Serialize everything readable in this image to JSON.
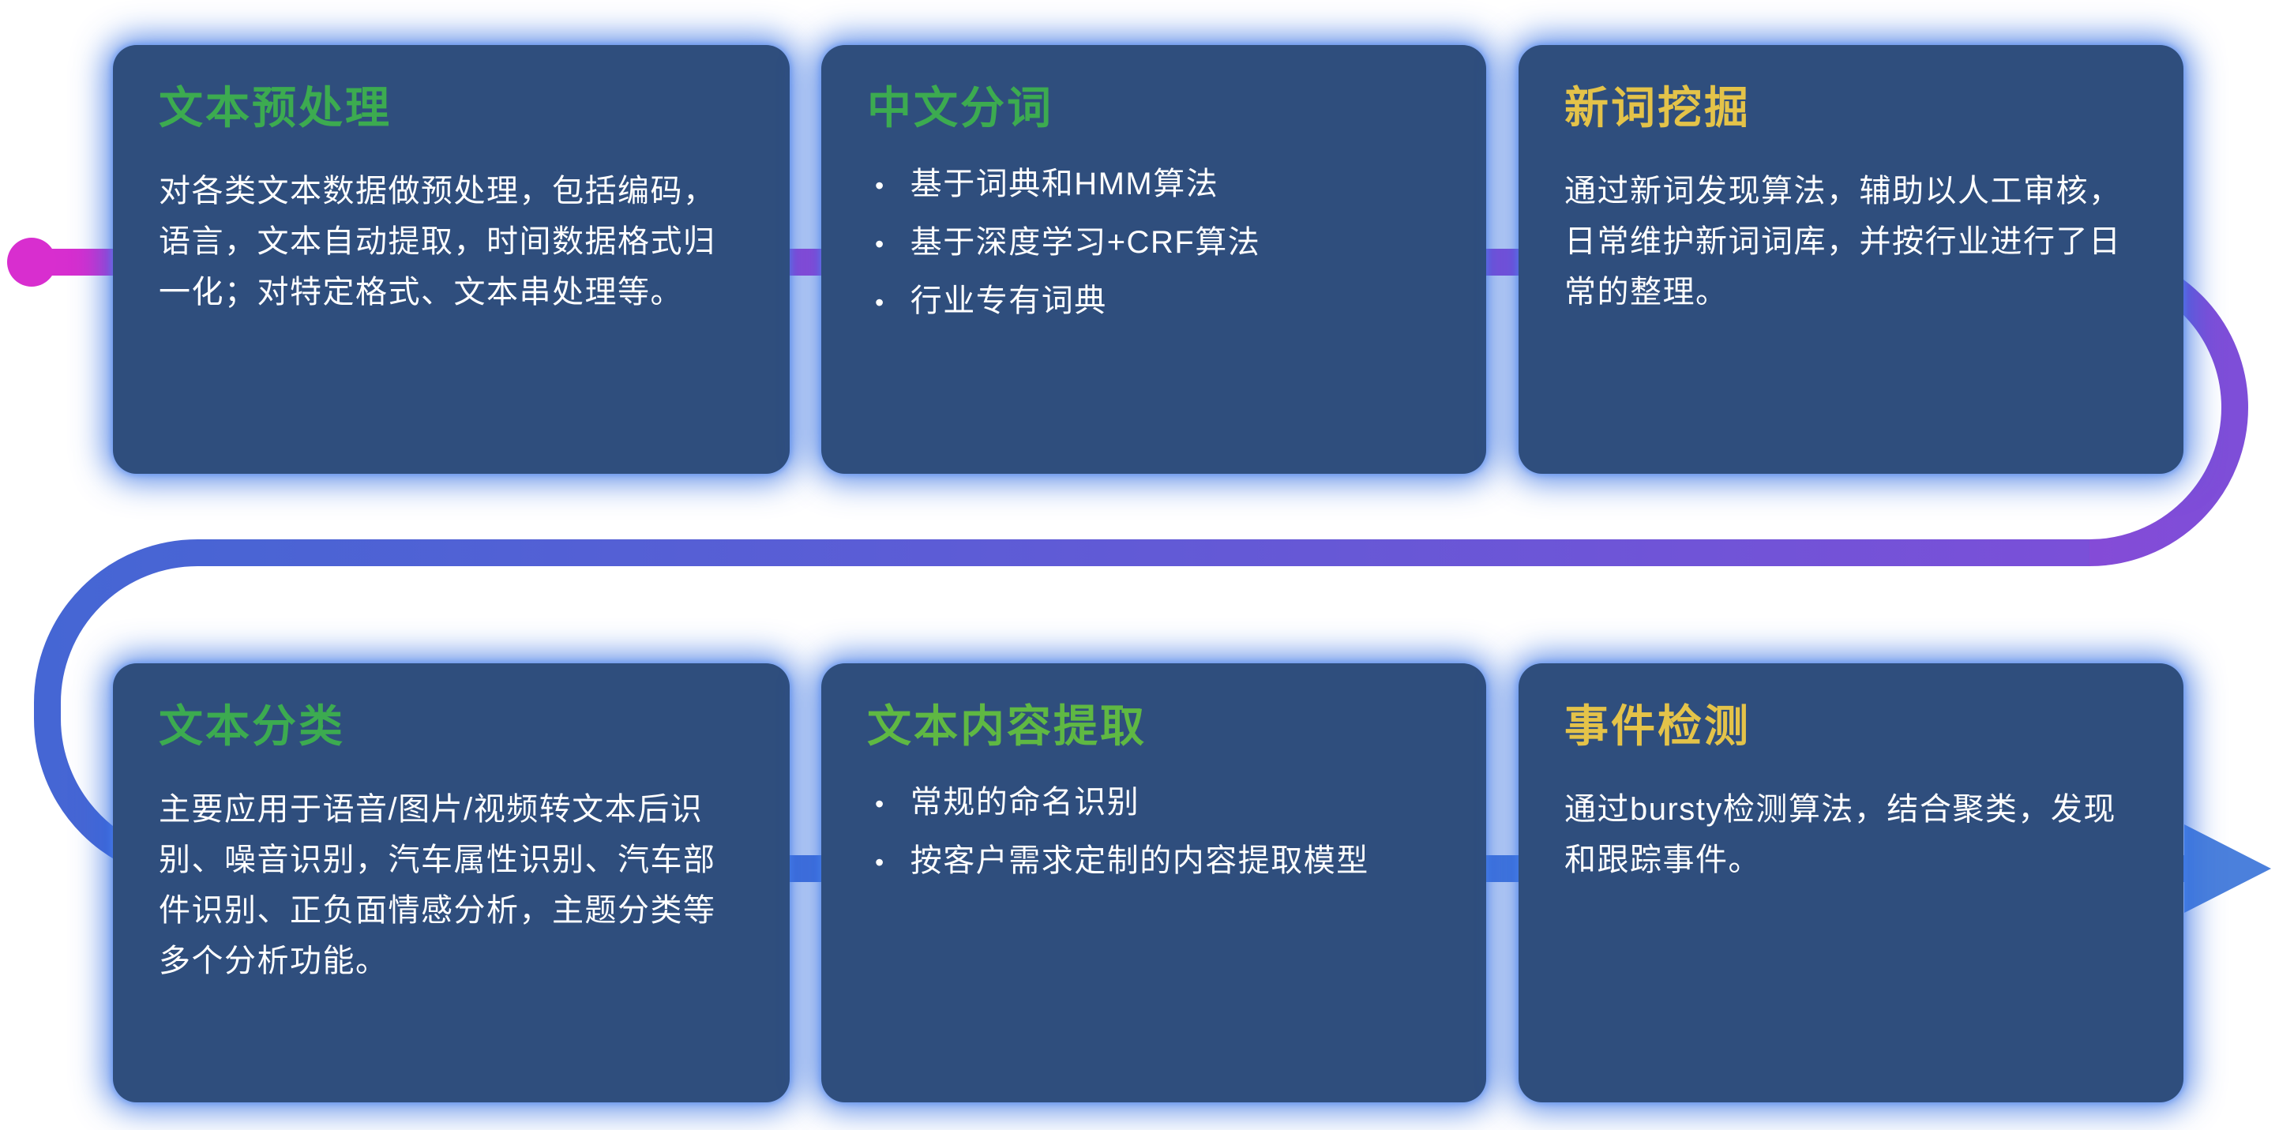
{
  "ui": {
    "bullet_char": "•"
  },
  "flow": {
    "colors": {
      "magenta": "#d82ecf",
      "violet": "#b335cf",
      "purple": "#7e4ed8",
      "blue": "#4566d4",
      "arrow_blue": "#4b80dc"
    }
  },
  "cards": [
    {
      "title": "文本预处理",
      "title_color": "#3cab50",
      "body": "对各类文本数据做预处理，包括编码，语言，文本自动提取，时间数据格式归一化；对特定格式、文本串处理等。"
    },
    {
      "title": "中文分词",
      "title_color": "#3cab50",
      "bullets": [
        "基于词典和HMM算法",
        "基于深度学习+CRF算法",
        "行业专有词典"
      ]
    },
    {
      "title": "新词挖掘",
      "title_color": "#e4c349",
      "body": "通过新词发现算法，辅助以人工审核，日常维护新词词库，并按行业进行了日常的整理。"
    },
    {
      "title": "文本分类",
      "title_color": "#3cab50",
      "body": "主要应用于语音/图片/视频转文本后识别、噪音识别，汽车属性识别、汽车部件识别、正负面情感分析，主题分类等多个分析功能。"
    },
    {
      "title": "文本内容提取",
      "title_color": "#5fb843",
      "bullets": [
        "常规的命名识别",
        "按客户需求定制的内容提取模型"
      ]
    },
    {
      "title": "事件检测",
      "title_color": "#e4c349",
      "body": "通过bursty检测算法，结合聚类，发现和跟踪事件。"
    }
  ]
}
